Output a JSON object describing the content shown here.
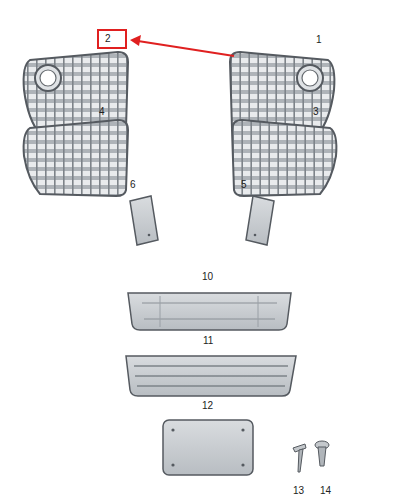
{
  "diagram": {
    "nodes": [
      {
        "text": [
          "2"
        ]
      }
    ],
    "labels": [
      "1",
      "4",
      "3",
      "6",
      "5",
      "10",
      "11",
      "12",
      "13",
      "14"
    ]
  }
}
